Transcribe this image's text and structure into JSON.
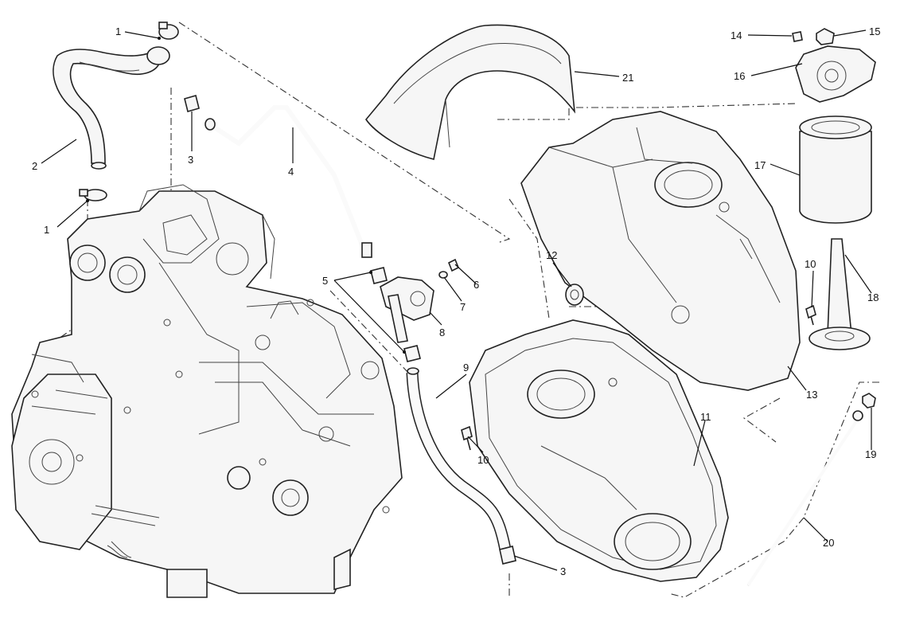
{
  "diagram": {
    "style": "exploded parts diagram, black line art on white",
    "callouts": [
      {
        "id": "c1a",
        "label": "1"
      },
      {
        "id": "c1b",
        "label": "1"
      },
      {
        "id": "c2",
        "label": "2"
      },
      {
        "id": "c3a",
        "label": "3"
      },
      {
        "id": "c4",
        "label": "4"
      },
      {
        "id": "c5",
        "label": "5"
      },
      {
        "id": "c6",
        "label": "6"
      },
      {
        "id": "c7",
        "label": "7"
      },
      {
        "id": "c8",
        "label": "8"
      },
      {
        "id": "c9",
        "label": "9"
      },
      {
        "id": "c10a",
        "label": "10"
      },
      {
        "id": "c10b",
        "label": "10"
      },
      {
        "id": "c11",
        "label": "11"
      },
      {
        "id": "c12",
        "label": "12"
      },
      {
        "id": "c13",
        "label": "13"
      },
      {
        "id": "c14",
        "label": "14"
      },
      {
        "id": "c15",
        "label": "15"
      },
      {
        "id": "c16",
        "label": "16"
      },
      {
        "id": "c17",
        "label": "17"
      },
      {
        "id": "c18",
        "label": "18"
      },
      {
        "id": "c19",
        "label": "19"
      },
      {
        "id": "c20",
        "label": "20"
      },
      {
        "id": "c3b",
        "label": "3"
      },
      {
        "id": "c21",
        "label": "21"
      }
    ]
  }
}
